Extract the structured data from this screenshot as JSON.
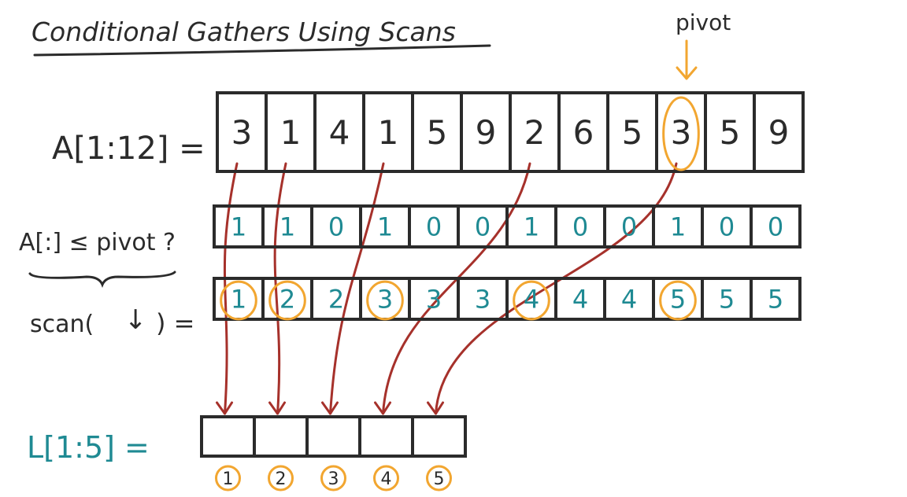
{
  "title": "Conditional Gathers Using Scans",
  "pivot_label": "pivot",
  "labels": {
    "array_a": "A[1:12] =",
    "predicate": "A[:] ≤ pivot ?",
    "scan_open": "scan(",
    "scan_arrow": "↓",
    "scan_close": ") =",
    "output": "L[1:5] ="
  },
  "array_a": [
    "3",
    "1",
    "4",
    "1",
    "5",
    "9",
    "2",
    "6",
    "5",
    "3",
    "5",
    "9"
  ],
  "predicate_row": [
    "1",
    "1",
    "0",
    "1",
    "0",
    "0",
    "1",
    "0",
    "0",
    "1",
    "0",
    "0"
  ],
  "scan_row": [
    "1",
    "2",
    "2",
    "3",
    "3",
    "3",
    "4",
    "4",
    "4",
    "5",
    "5",
    "5"
  ],
  "output_cells": [
    "",
    "",
    "",
    "",
    ""
  ],
  "output_indices": [
    "1",
    "2",
    "3",
    "4",
    "5"
  ],
  "pivot_index": 10,
  "gather_sources": [
    1,
    2,
    4,
    7,
    10
  ],
  "colors": {
    "ink": "#2b2b2b",
    "teal": "#1f8a93",
    "orange": "#f2a630",
    "arrow_red": "#a6312b"
  }
}
